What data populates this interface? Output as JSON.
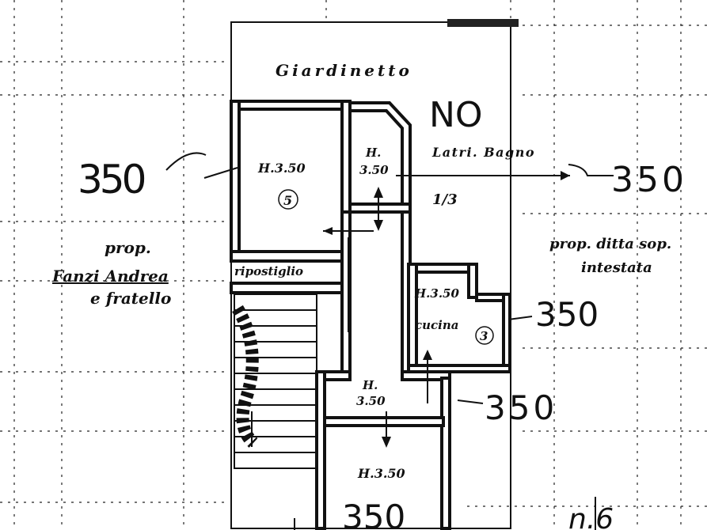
{
  "labels": {
    "garden": "Giardinetto",
    "orientation": "NO",
    "bathroom": "Latri. Bagno",
    "storage": "ripostiglio",
    "kitchen": "cucina",
    "left_owner_line1": "prop.",
    "left_owner_line2": "Fanzi Andrea",
    "left_owner_line3": "e fratello",
    "right_owner_line1": "prop. ditta sop.",
    "right_owner_line2": "intestata",
    "sheet_mark": "n.6",
    "fraction": "1/3"
  },
  "heights": {
    "room_left": "H.3.50",
    "bath_line1": "H.",
    "bath_line2": "3.50",
    "kitchen": "H.3.50",
    "hall_line1": "H.",
    "hall_line2": "3.50",
    "bottom_room": "H.3.50"
  },
  "room_numbers": {
    "room_left": "5",
    "kitchen": "3"
  },
  "dimensions": {
    "left": "350",
    "right_top": "350",
    "right_mid": "350",
    "right_low": "350",
    "bottom": "350"
  }
}
